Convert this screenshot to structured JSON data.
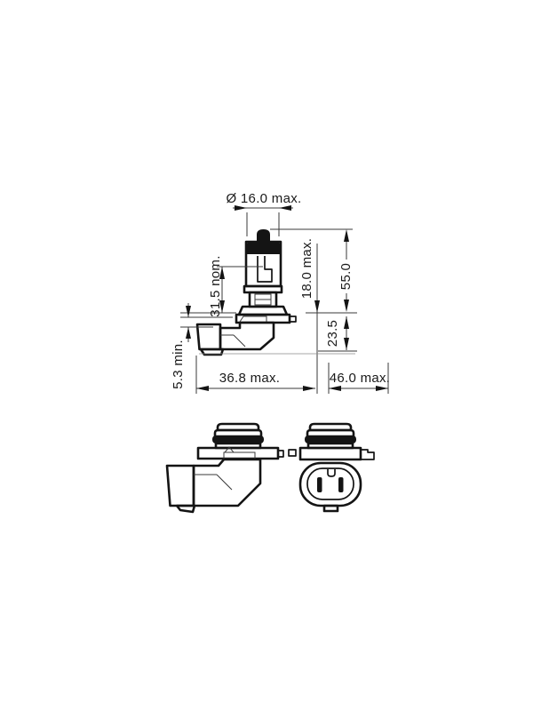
{
  "page": {
    "background": "#ffffff",
    "ink_color": "#1a1a1a"
  },
  "drawing": {
    "kind": "bulb-dimension-drawing"
  },
  "dims": {
    "diameter": "Ø 16.0 max.",
    "nominal_height": "31.5 nom.",
    "min_clearance": "5.3 min.",
    "base_height": "18.0 max.",
    "overall_length": "55.0",
    "base_depth": "23.5",
    "connector_width": "36.8 max.",
    "overall_width": "46.0 max."
  }
}
